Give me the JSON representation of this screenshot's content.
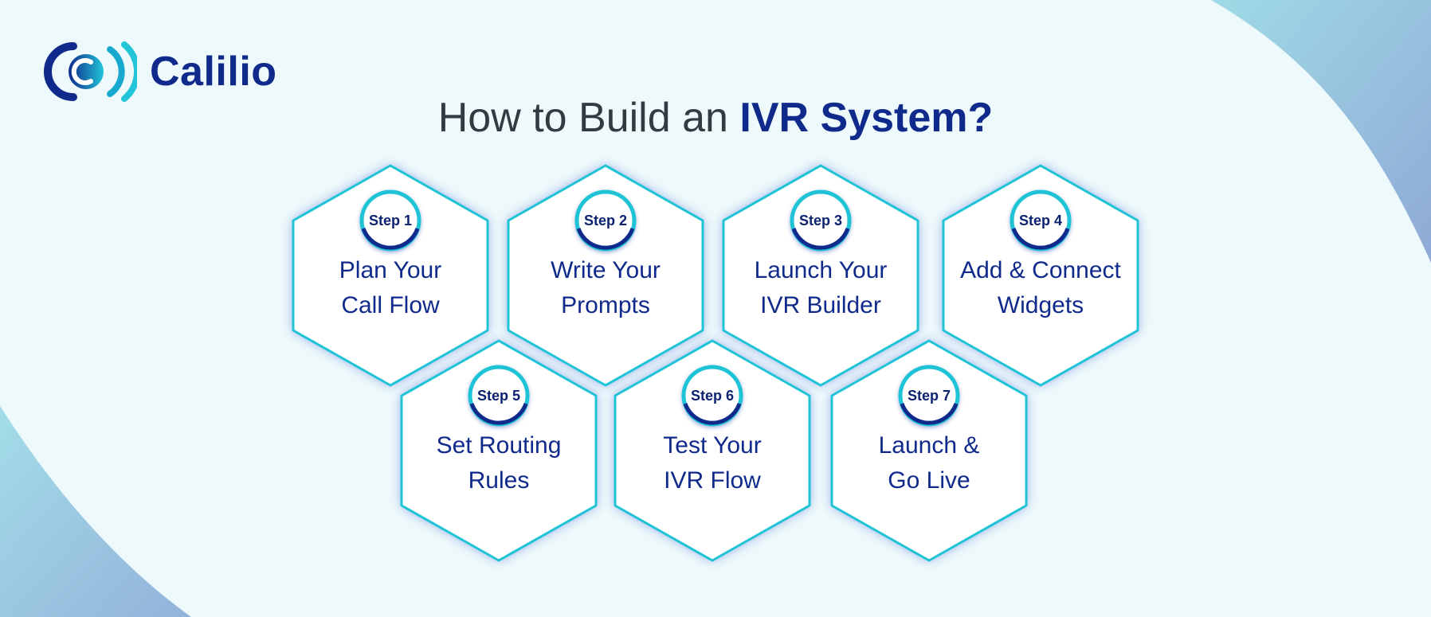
{
  "brand": {
    "name": "Calilio",
    "icon": "calilio-logo-icon"
  },
  "title": {
    "lead": "How to Build an ",
    "highlight": "IVR System?"
  },
  "steps": [
    {
      "badge": "Step 1",
      "line1": "Plan Your",
      "line2": "Call Flow"
    },
    {
      "badge": "Step 2",
      "line1": "Write Your",
      "line2": "Prompts"
    },
    {
      "badge": "Step 3",
      "line1": "Launch Your",
      "line2": "IVR Builder"
    },
    {
      "badge": "Step 4",
      "line1": "Add & Connect",
      "line2": "Widgets"
    },
    {
      "badge": "Step 5",
      "line1": "Set Routing",
      "line2": "Rules"
    },
    {
      "badge": "Step 6",
      "line1": "Test Your",
      "line2": "IVR Flow"
    },
    {
      "badge": "Step 7",
      "line1": "Launch &",
      "line2": "Go Live"
    }
  ],
  "colors": {
    "background": "#eef9fb",
    "navy": "#102a8c",
    "cyan": "#1fc3d6",
    "title_gray": "#333a42"
  }
}
